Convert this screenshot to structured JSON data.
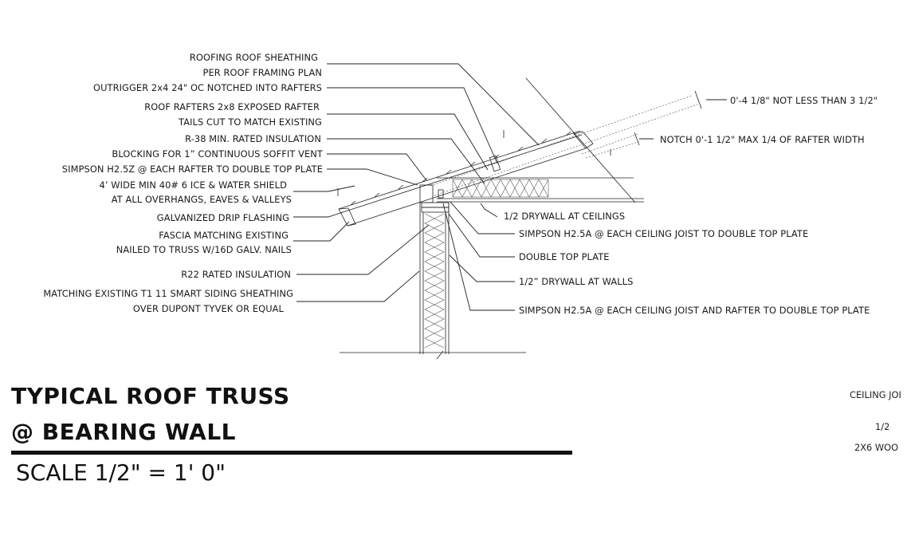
{
  "labels_left": [
    "ROOFING ROOF SHEATHING",
    "PER ROOF FRAMING PLAN",
    "OUTRIGGER 2x4 24\" OC NOTCHED INTO RAFTERS",
    "ROOF RAFTERS 2x8 EXPOSED RAFTER",
    "TAILS CUT TO MATCH EXISTING",
    "R-38 MIN. RATED INSULATION",
    "BLOCKING FOR 1” CONTINUOUS SOFFIT VENT",
    "SIMPSON H2.5Z @ EACH RAFTER TO DOUBLE TOP PLATE",
    "4’ WIDE MIN 40# 6 ICE & WATER SHIELD",
    "AT ALL OVERHANGS, EAVES & VALLEYS",
    "GALVANIZED DRIP FLASHING",
    "FASCIA MATCHING EXISTING",
    "NAILED TO TRUSS W/16D GALV. NAILS",
    "R22 RATED INSULATION",
    "MATCHING EXISTING T1 11 SMART SIDING SHEATHING",
    "OVER DUPONT TYVEK OR EQUAL"
  ],
  "labels_right": [
    "0'-4 1/8\" NOT LESS THAN 3 1/2\"",
    "NOTCH 0'-1 1/2\" MAX 1/4 OF RAFTER WIDTH",
    "1/2 DRYWALL AT CEILINGS",
    "SIMPSON H2.5A @ EACH CEILING JOIST TO DOUBLE TOP PLATE",
    "DOUBLE TOP PLATE",
    "1/2” DRYWALL AT WALLS",
    "SIMPSON H2.5A @ EACH CEILING JOIST AND RAFTER TO DOUBLE TOP PLATE"
  ],
  "title": {
    "line1": "TYPICAL ROOF TRUSS",
    "line2": "@ BEARING WALL",
    "scale": "SCALE 1/2\" = 1' 0\""
  },
  "cut_off_text": [
    "CEILING JOI",
    "1/2",
    "2X6 WOO"
  ]
}
